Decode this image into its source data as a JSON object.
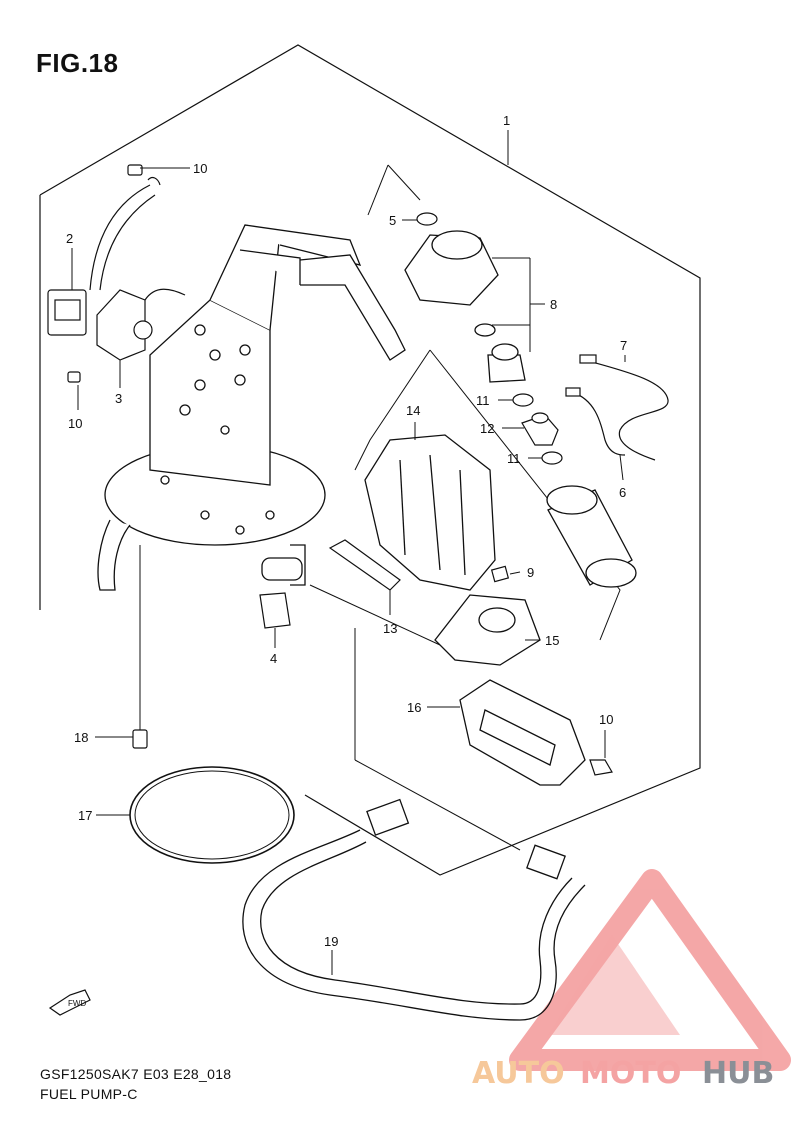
{
  "figure": {
    "title": "FIG.18",
    "diagram_code": "GSF1250SAK7 E03 E28_018",
    "diagram_name": "FUEL PUMP-C"
  },
  "callouts": [
    {
      "id": "c1",
      "label": "1"
    },
    {
      "id": "c2",
      "label": "2"
    },
    {
      "id": "c3",
      "label": "3"
    },
    {
      "id": "c4",
      "label": "4"
    },
    {
      "id": "c5",
      "label": "5"
    },
    {
      "id": "c6",
      "label": "6"
    },
    {
      "id": "c7",
      "label": "7"
    },
    {
      "id": "c8",
      "label": "8"
    },
    {
      "id": "c9",
      "label": "9"
    },
    {
      "id": "c10a",
      "label": "10"
    },
    {
      "id": "c10b",
      "label": "10"
    },
    {
      "id": "c10c",
      "label": "10"
    },
    {
      "id": "c11a",
      "label": "11"
    },
    {
      "id": "c11b",
      "label": "11"
    },
    {
      "id": "c12",
      "label": "12"
    },
    {
      "id": "c13",
      "label": "13"
    },
    {
      "id": "c14",
      "label": "14"
    },
    {
      "id": "c15",
      "label": "15"
    },
    {
      "id": "c16",
      "label": "16"
    },
    {
      "id": "c17",
      "label": "17"
    },
    {
      "id": "c18",
      "label": "18"
    },
    {
      "id": "c19",
      "label": "19"
    }
  ],
  "fwd_marker": "FWD",
  "watermark": {
    "text_part1": "AUTO",
    "text_part2": "MOTO",
    "text_part3": "HUB",
    "colors": {
      "triangle": "#f4a3a3",
      "part1": "#f6c89a",
      "part2": "#f4a3a3",
      "part3": "#8a8f96"
    }
  }
}
